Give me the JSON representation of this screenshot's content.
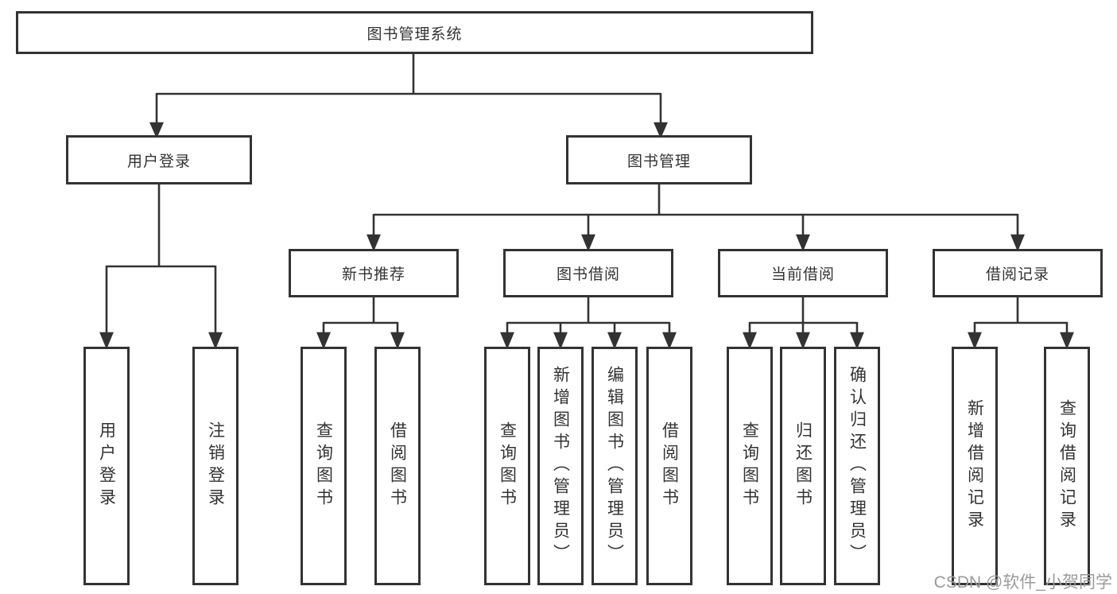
{
  "diagram_type": "hierarchy-tree",
  "colors": {
    "line": "#333333",
    "box_border": "#333333",
    "box_fill": "#ffffff",
    "text": "#333333",
    "watermark": "#9b9b9b",
    "background": "#ffffff"
  },
  "tree": {
    "label": "图书管理系统",
    "children": [
      {
        "label": "用户登录",
        "children": [
          {
            "label": "用户登录"
          },
          {
            "label": "注销登录"
          }
        ]
      },
      {
        "label": "图书管理",
        "children": [
          {
            "label": "新书推荐",
            "children": [
              {
                "label": "查询图书"
              },
              {
                "label": "借阅图书"
              }
            ]
          },
          {
            "label": "图书借阅",
            "children": [
              {
                "label": "查询图书"
              },
              {
                "label": "新增图书（管理员）"
              },
              {
                "label": "编辑图书（管理员）"
              },
              {
                "label": "借阅图书"
              }
            ]
          },
          {
            "label": "当前借阅",
            "children": [
              {
                "label": "查询图书"
              },
              {
                "label": "归还图书"
              },
              {
                "label": "确认归还（管理员）"
              }
            ]
          },
          {
            "label": "借阅记录",
            "children": [
              {
                "label": "新增借阅记录"
              },
              {
                "label": "查询借阅记录"
              }
            ]
          }
        ]
      }
    ]
  },
  "watermark": {
    "text": "CSDN @软件_小贺同学"
  }
}
